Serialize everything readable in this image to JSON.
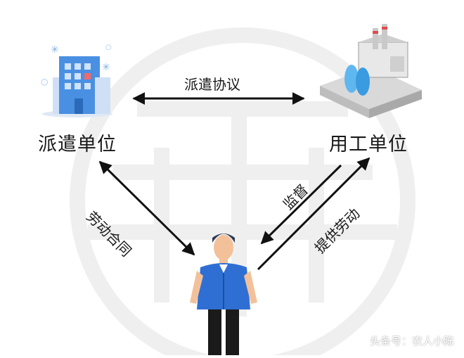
{
  "nodes": {
    "dispatch_unit": {
      "label": "派遣单位",
      "icon": "office-building-icon"
    },
    "employer_unit": {
      "label": "用工单位",
      "icon": "factory-icon"
    },
    "worker": {
      "icon": "worker-person-icon"
    }
  },
  "edges": {
    "dispatch_agreement": "派遣协议",
    "labor_contract": "劳动合同",
    "supervision": "监督",
    "provide_labor": "提供劳动"
  },
  "watermark": "头条号：农人小陈",
  "colors": {
    "background_mark": "#eeeeee",
    "building_blue": "#4a90e2",
    "vest_blue": "#2f6fd3",
    "arrow": "#111111"
  }
}
